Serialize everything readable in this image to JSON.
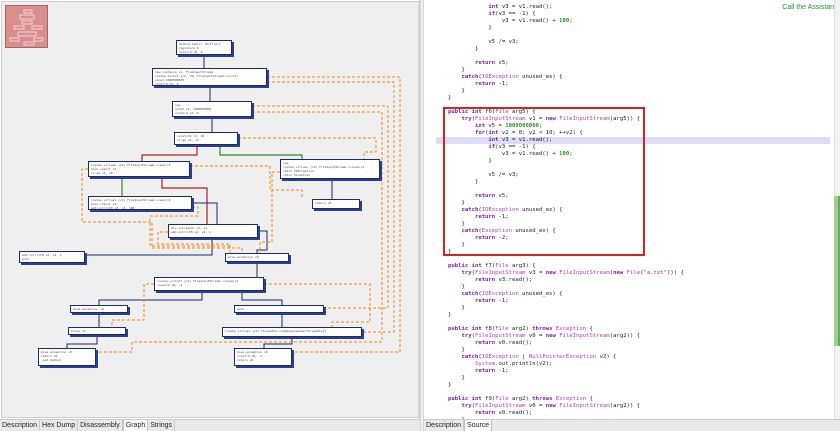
{
  "left_tabs": [
    {
      "label": "Description",
      "active": false
    },
    {
      "label": "Hex Dump",
      "active": false
    },
    {
      "label": "Disassembly",
      "active": false
    },
    {
      "label": "Graph",
      "active": true
    },
    {
      "label": "Strings",
      "active": false
    }
  ],
  "right_tabs": [
    {
      "label": "Description",
      "active": false
    },
    {
      "label": "Source",
      "active": true
    }
  ],
  "assistant_link": "Call the Assistant",
  "colors": {
    "highlight_box": "#d82020",
    "node_border": "#1a2a6a",
    "edge_true": "#2e8b2e",
    "edge_false": "#b02020",
    "edge_exception": "#f08a1a"
  },
  "graph_nodes": [
    {
      "header": "",
      "lines": [
        "method public f6(File)V",
        "registers 6",
        "const/4 v0, 0"
      ]
    },
    {
      "header": "",
      "lines": [
        "new-instance v1, FileInputStream",
        "invoke-direct {v1, v5} FileInputStream-><init>",
        "const 1000000000",
        "const/4 v2, 0"
      ]
    },
    {
      "header": "",
      "lines": [
        "nop",
        "const v4, 1000000000",
        "const/4 v2, 0"
      ]
    },
    {
      "header": "",
      "lines": [
        "const/16 v3, 10",
        "if-ge v2, v3"
      ]
    },
    {
      "header": "",
      "lines": [
        "invoke-virtual {v1} FileInputStream->read()I",
        "move-result v3",
        "if-eq v3, v0"
      ]
    },
    {
      "header": "",
      "lines": [
        "nop",
        "invoke-virtual {v1} FileInputStream->close()V",
        "catch IOException",
        "catch Exception"
      ]
    },
    {
      "header": "",
      "lines": [
        "invoke-virtual {v1} FileInputStream->read()I",
        "move-result v3",
        "add-int/lit8 v3, v3, 100"
      ]
    },
    {
      "header": "",
      "lines": [
        "return v0"
      ]
    },
    {
      "header": "",
      "lines": [
        "div-int/2addr v4, v3",
        "add-int/lit8 v2, v2, 1"
      ]
    },
    {
      "header": "",
      "lines": [
        "add-int/lit8 v2, v2, 1",
        "goto"
      ]
    },
    {
      "header": "",
      "lines": [
        "move-exception v0"
      ]
    },
    {
      "header": "",
      "lines": [
        "invoke-virtual {v1} FileInputStream->close()V",
        "const/4 v0, -1"
      ]
    },
    {
      "header": "",
      "lines": [
        "move-exception v0"
      ]
    },
    {
      "header": "",
      "lines": [
        "goto"
      ]
    },
    {
      "header": "",
      "lines": [
        "throw v0"
      ]
    },
    {
      "header": "",
      "lines": [
        "invoke-virtual {v1} Throwable->addSuppressed(Throwable)V"
      ]
    },
    {
      "header": "",
      "lines": [
        "move-exception v0",
        "return v0",
        "-end method"
      ]
    },
    {
      "header": "",
      "lines": [
        "move-exception v0",
        "const/4 v0, -2",
        "return v0"
      ]
    }
  ],
  "source_lines": [
    {
      "text": "            int v3 = v1.read();"
    },
    {
      "text": "            if(v3 == -1) {"
    },
    {
      "text": "                v3 = v1.read() + 100;"
    },
    {
      "text": "            }"
    },
    {
      "text": ""
    },
    {
      "text": "            v5 /= v3;"
    },
    {
      "text": "        }"
    },
    {
      "text": ""
    },
    {
      "text": "        return v5;"
    },
    {
      "text": "    }"
    },
    {
      "text": "    catch(IOException unused_ex) {"
    },
    {
      "text": "        return -1;"
    },
    {
      "text": "    }"
    },
    {
      "text": "}"
    },
    {
      "text": ""
    },
    {
      "text": "public int f6(File arg5) {"
    },
    {
      "text": "    try(FileInputStream v1 = new FileInputStream(arg5)) {"
    },
    {
      "text": "        int v5 = 1000000000;"
    },
    {
      "text": "        for(int v2 = 0; v2 < 10; ++v2) {"
    },
    {
      "text": "            int v3 = v1.read();"
    },
    {
      "text": "            if(v3 == -1) {"
    },
    {
      "text": "                v3 = v1.read() + 100;"
    },
    {
      "text": "            }"
    },
    {
      "text": ""
    },
    {
      "text": "            v5 /= v3;"
    },
    {
      "text": "        }"
    },
    {
      "text": ""
    },
    {
      "text": "        return v5;"
    },
    {
      "text": "    }"
    },
    {
      "text": "    catch(IOException unused_ex) {"
    },
    {
      "text": "        return -1;"
    },
    {
      "text": "    }"
    },
    {
      "text": "    catch(Exception unused_ex) {"
    },
    {
      "text": "        return -2;"
    },
    {
      "text": "    }"
    },
    {
      "text": "}"
    },
    {
      "text": ""
    },
    {
      "text": "public int f7(File arg3) {"
    },
    {
      "text": "    try(FileInputStream v3 = new FileInputStream(new File(\"a.txt\"))) {"
    },
    {
      "text": "        return v3.read();"
    },
    {
      "text": "    }"
    },
    {
      "text": "    catch(IOException unused_ex) {"
    },
    {
      "text": "        return -1;"
    },
    {
      "text": "    }"
    },
    {
      "text": "}"
    },
    {
      "text": ""
    },
    {
      "text": "public int f8(File arg2) throws Exception {"
    },
    {
      "text": "    try(FileInputStream v0 = new FileInputStream(arg2)) {"
    },
    {
      "text": "        return v0.read();"
    },
    {
      "text": "    }"
    },
    {
      "text": "    catch(IOException | NullPointerException v2) {"
    },
    {
      "text": "        System.out.println(v2);"
    },
    {
      "text": "        return -1;"
    },
    {
      "text": "    }"
    },
    {
      "text": "}"
    },
    {
      "text": ""
    },
    {
      "text": "public int f9(File arg2) throws Exception {"
    },
    {
      "text": "    try(FileInputStream v0 = new FileInputStream(arg2)) {"
    },
    {
      "text": "        return v0.read();"
    },
    {
      "text": "    }"
    }
  ],
  "current_line_index": 19
}
